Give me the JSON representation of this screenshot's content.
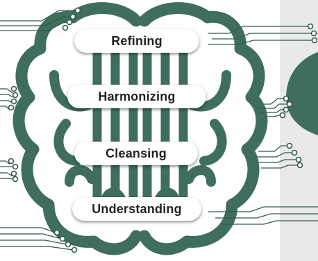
{
  "colors": {
    "brain": "#3f6f5c",
    "brain_dark": "#2f5a48",
    "circuit": "#2f5a48",
    "panel": "#e9e9e9",
    "shape": "#3f6f5c",
    "label_text": "#222222"
  },
  "labels": [
    {
      "id": "refining",
      "text": "Refining"
    },
    {
      "id": "harmonizing",
      "text": "Harmonizing"
    },
    {
      "id": "cleansing",
      "text": "Cleansing"
    },
    {
      "id": "understanding",
      "text": "Understanding"
    }
  ]
}
